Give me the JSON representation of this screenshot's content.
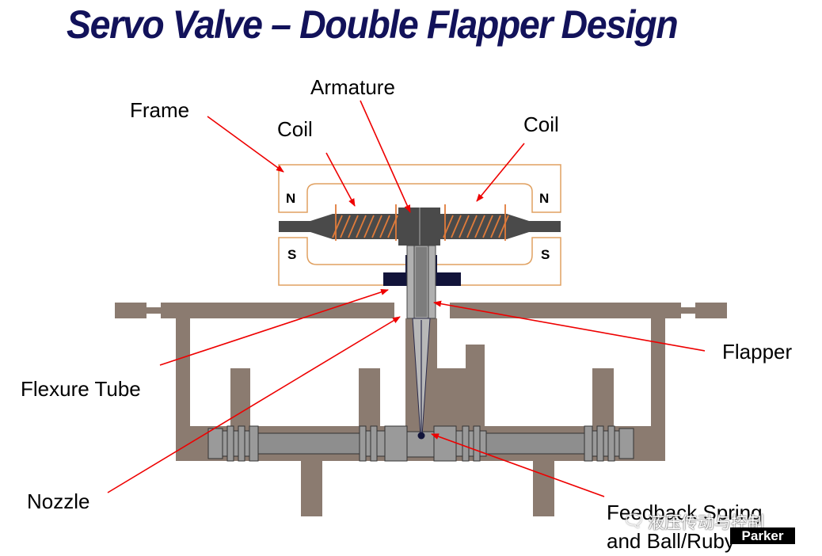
{
  "title": "Servo Valve – Double Flapper Design",
  "labels": {
    "frame": "Frame",
    "armature": "Armature",
    "coil_left": "Coil",
    "coil_right": "Coil",
    "flapper": "Flapper",
    "flexure_tube": "Flexure Tube",
    "nozzle": "Nozzle",
    "feedback_line1": "Feedback Spring",
    "feedback_line2": "and Ball/Ruby"
  },
  "poles": {
    "north_left": "N",
    "north_right": "N",
    "south_left": "S",
    "south_right": "S"
  },
  "watermark": {
    "text": "液压传动与控制",
    "icon": "wechat-icon",
    "brand": "Parker"
  },
  "colors": {
    "title": "#12125a",
    "valve_body": "#8b7b70",
    "frame_outline": "#e0a060",
    "coil": "#e07b3a",
    "armature": "#4a4a4a",
    "pole_blocks": "#12143a",
    "leader_lines": "#ee0000"
  }
}
